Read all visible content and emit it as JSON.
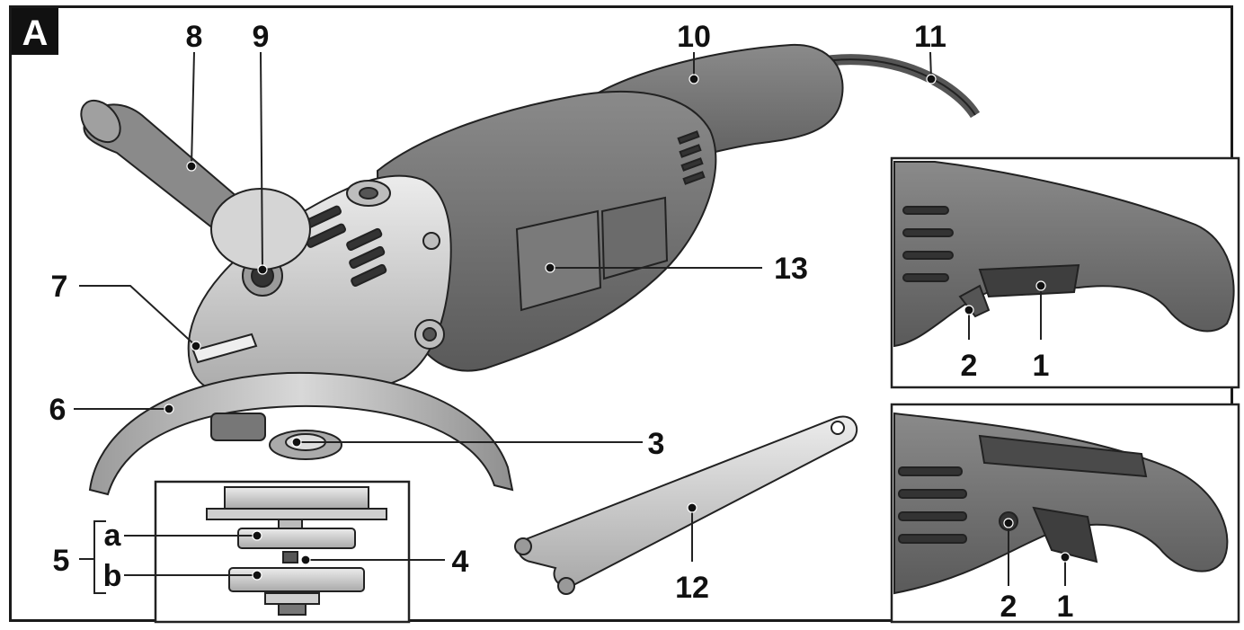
{
  "figure": {
    "badge": "A"
  },
  "callouts": {
    "c1_top": "1",
    "c2_top": "2",
    "c1_bottom": "1",
    "c2_bottom": "2",
    "c3": "3",
    "c4": "4",
    "c5": "5",
    "c5a": "a",
    "c5b": "b",
    "c6": "6",
    "c7": "7",
    "c8": "8",
    "c9": "9",
    "c10": "10",
    "c11": "11",
    "c12": "12",
    "c13": "13"
  },
  "colors": {
    "tool_body": "#6f6f6f",
    "tool_dark": "#4a4a4a",
    "metal": "#c9c9c9",
    "metal_light": "#e4e4e4",
    "outline": "#222222"
  }
}
